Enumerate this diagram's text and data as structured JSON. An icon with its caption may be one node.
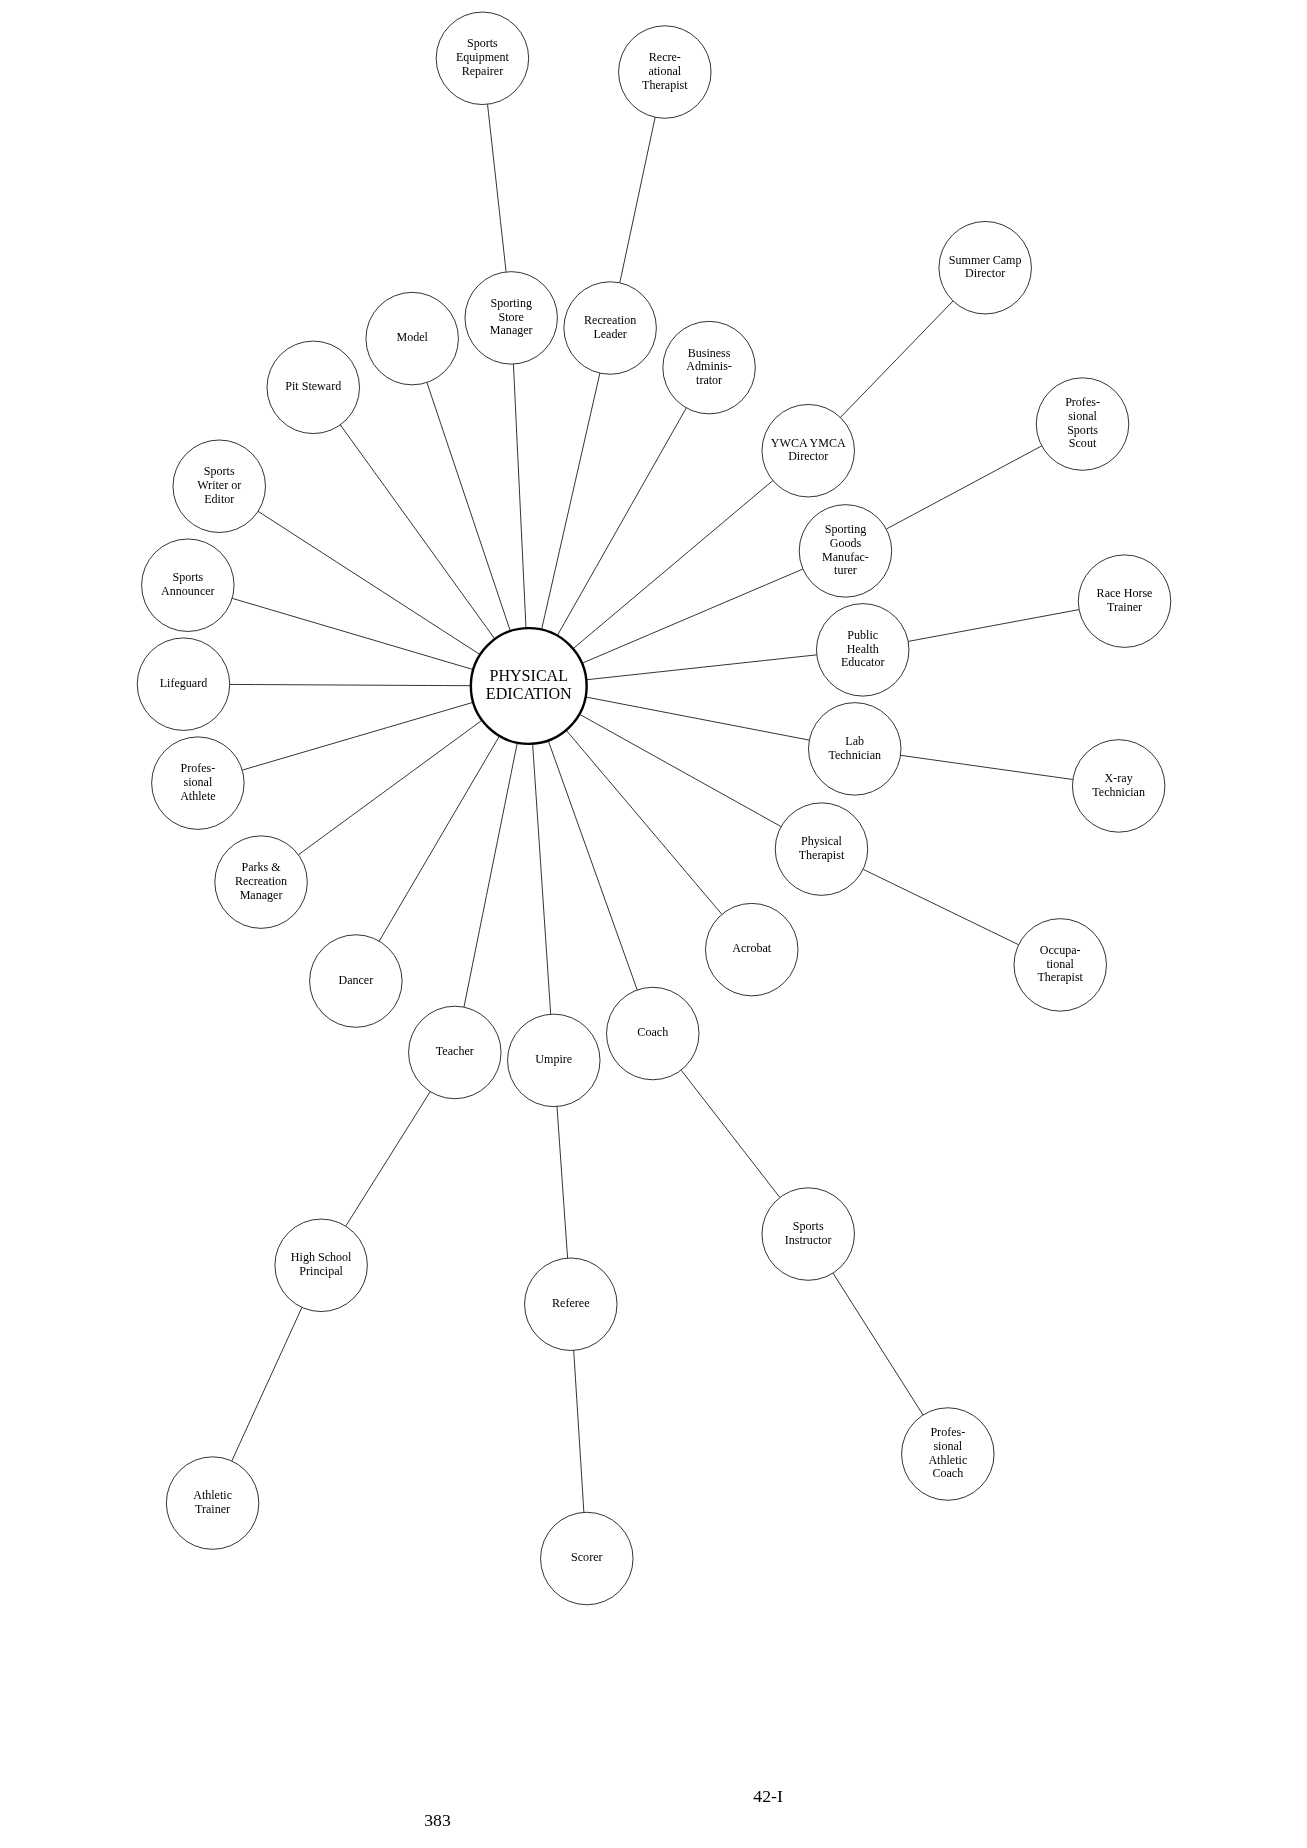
{
  "diagram": {
    "nodes": [
      {
        "text": [
          "PHYSICAL EDICATION"
        ]
      },
      {
        "text": [
          "Summer Camp Director"
        ]
      },
      {
        "text": [
          "Race Horse Trainer"
        ]
      },
      {
        "text": [
          "Profes- sional Sports Scout"
        ]
      },
      {
        "text": [
          "Recre- ational Therapist"
        ]
      },
      {
        "text": [
          "Public Health Educator"
        ]
      },
      {
        "text": [
          "Sporting Goods Manufac- turer"
        ]
      },
      {
        "text": [
          "Sports Equipment Repairer"
        ]
      },
      {
        "text": [
          "YWCA YMCA Director"
        ]
      },
      {
        "text": [
          "Business Adminis- trator"
        ]
      },
      {
        "text": [
          "Recreation Leader"
        ]
      },
      {
        "text": [
          "Sporting Store Manager"
        ]
      },
      {
        "text": [
          "Model"
        ]
      },
      {
        "text": [
          "Pit Steward"
        ]
      },
      {
        "text": [
          "Sports Writer or Editor"
        ]
      },
      {
        "text": [
          "Sports Announcer"
        ]
      },
      {
        "text": [
          "Lifeguard"
        ]
      },
      {
        "text": [
          "Profes- sional Athlete"
        ]
      },
      {
        "text": [
          "Parks & Recreation Manager"
        ]
      },
      {
        "text": [
          "Dancer"
        ]
      },
      {
        "text": [
          "Teacher"
        ]
      },
      {
        "text": [
          "Umpire"
        ]
      },
      {
        "text": [
          "Coach"
        ]
      },
      {
        "text": [
          "Acrobat"
        ]
      },
      {
        "text": [
          "High School Principal"
        ]
      },
      {
        "text": [
          "Physical Therapist"
        ]
      },
      {
        "text": [
          "Lab Technician"
        ]
      },
      {
        "text": [
          "Sports Instructor"
        ]
      },
      {
        "text": [
          "Athletic Trainer"
        ]
      },
      {
        "text": [
          "Occupa- tional Therapist"
        ]
      },
      {
        "text": [
          "Referee"
        ]
      },
      {
        "text": [
          "X-ray Technician"
        ]
      },
      {
        "text": [
          "Profes- sional Athletic Coach"
        ]
      },
      {
        "text": [
          "Scorer"
        ]
      }
    ],
    "edges": [
      {
        "from": 0,
        "to": 5,
        "arrow": "none"
      },
      {
        "from": 0,
        "to": 8,
        "arrow": "none"
      },
      {
        "from": 0,
        "to": 6,
        "arrow": "none"
      },
      {
        "from": 0,
        "to": 11,
        "arrow": "none"
      },
      {
        "from": 0,
        "to": 12,
        "arrow": "none"
      },
      {
        "from": 0,
        "to": 14,
        "arrow": "none"
      },
      {
        "from": 0,
        "to": 16,
        "arrow": "none"
      },
      {
        "from": 0,
        "to": 18,
        "arrow": "none"
      },
      {
        "from": 0,
        "to": 23,
        "arrow": "none"
      },
      {
        "from": 0,
        "to": 22,
        "arrow": "none"
      },
      {
        "from": 0,
        "to": 26,
        "arrow": "none"
      },
      {
        "from": 0,
        "to": 21,
        "arrow": "none"
      },
      {
        "from": 0,
        "to": 25,
        "arrow": "none"
      },
      {
        "from": 0,
        "to": 20,
        "arrow": "none"
      },
      {
        "from": 0,
        "to": 19,
        "arrow": "none"
      },
      {
        "from": 0,
        "to": 17,
        "arrow": "none"
      },
      {
        "from": 0,
        "to": 15,
        "arrow": "none"
      },
      {
        "from": 0,
        "to": 13,
        "arrow": "none"
      },
      {
        "from": 0,
        "to": 9,
        "arrow": "none"
      },
      {
        "from": 0,
        "to": 10,
        "arrow": "none"
      },
      {
        "from": 8,
        "to": 1,
        "arrow": "none"
      },
      {
        "from": 5,
        "to": 2,
        "arrow": "none"
      },
      {
        "from": 6,
        "to": 3,
        "arrow": "none"
      },
      {
        "from": 10,
        "to": 4,
        "arrow": "none"
      },
      {
        "from": 11,
        "to": 7,
        "arrow": "none"
      },
      {
        "from": 20,
        "to": 24,
        "arrow": "none"
      },
      {
        "from": 24,
        "to": 28,
        "arrow": "none"
      },
      {
        "from": 25,
        "to": 29,
        "arrow": "none"
      },
      {
        "from": 21,
        "to": 30,
        "arrow": "none"
      },
      {
        "from": 30,
        "to": 33,
        "arrow": "none"
      },
      {
        "from": 26,
        "to": 31,
        "arrow": "none"
      },
      {
        "from": 22,
        "to": 27,
        "arrow": "none"
      },
      {
        "from": 27,
        "to": 32,
        "arrow": "none"
      }
    ],
    "labels": [
      "383",
      "42-I"
    ]
  }
}
